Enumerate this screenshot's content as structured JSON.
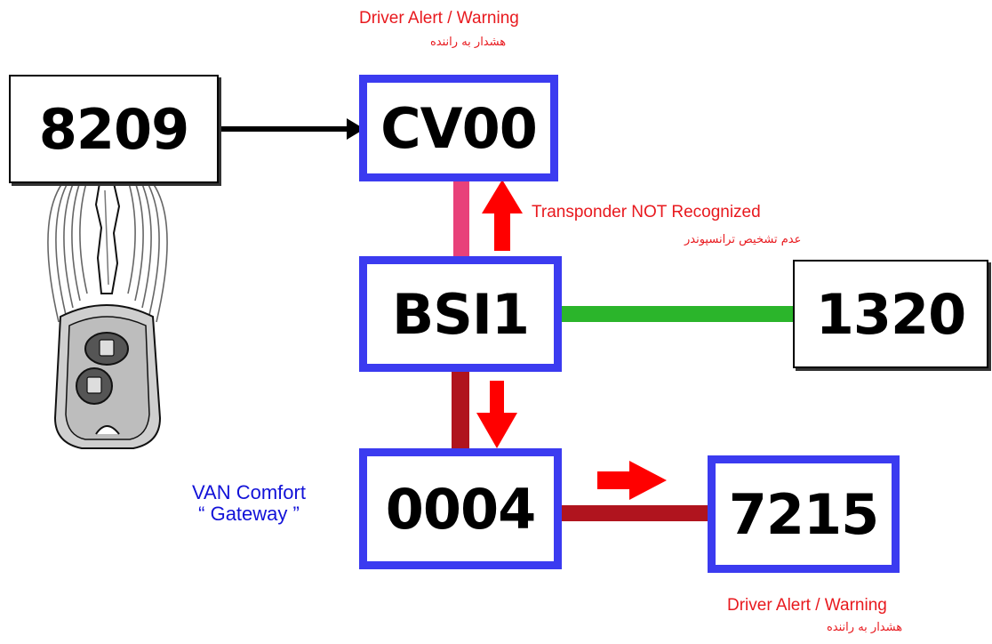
{
  "colors": {
    "module_border": "#3b3bf0",
    "vehicle_link_pink": "#e8417a",
    "comfort_link_green": "#2bb52b",
    "van_link_darkred": "#b0141e",
    "signal_arrow_red": "#ff0000",
    "label_red": "#e8191e",
    "label_blue": "#1212d8"
  },
  "modules": {
    "key": "8209",
    "display": "CV00",
    "bsi": "BSI1",
    "immobilizer": "1320",
    "gateway": "0004",
    "instrument": "7215"
  },
  "labels": {
    "top_alert_en": "Driver Alert / Warning",
    "top_alert_fa": "هشدار به راننده",
    "transponder_en": "Transponder NOT Recognized",
    "transponder_fa": "عدم تشخیص ترانسپوندر",
    "gateway_line1": "VAN Comfort",
    "gateway_line2": "“ Gateway ”",
    "bottom_alert_en": "Driver Alert / Warning",
    "bottom_alert_fa": "هشدار به راننده"
  },
  "icons": [
    "car-key-icon",
    "radio-wave-icon",
    "arrow-right-icon",
    "arrow-up-icon",
    "arrow-down-icon"
  ]
}
